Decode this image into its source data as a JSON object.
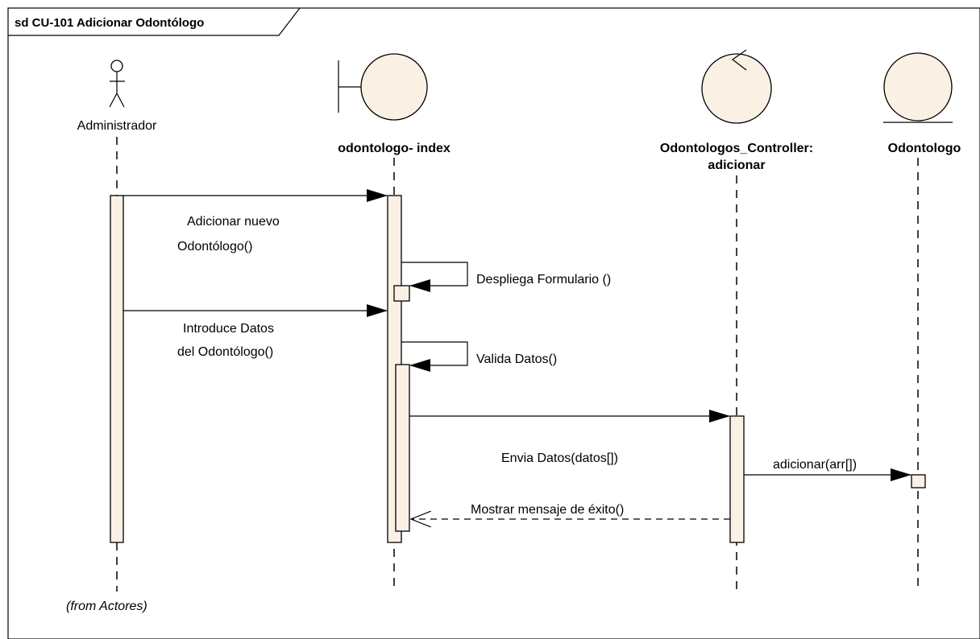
{
  "frame": {
    "title": "sd CU-101 Adicionar Odontólogo"
  },
  "participants": {
    "actor": {
      "name": "Administrador",
      "note": "(from Actores)",
      "icon": "actor-stick-figure-icon"
    },
    "boundary": {
      "name": "odontologo- index",
      "icon": "boundary-icon"
    },
    "control": {
      "name_line1": "Odontologos_Controller:",
      "name_line2": "adicionar",
      "icon": "control-icon"
    },
    "entity": {
      "name": "Odontologo",
      "icon": "entity-icon"
    }
  },
  "messages": {
    "m1_line1": "Adicionar nuevo",
    "m1_line2": "Odontólogo()",
    "m2": "Despliega Formulario ()",
    "m3_line1": "Introduce Datos",
    "m3_line2": "del Odontólogo()",
    "m4": "Valida Datos()",
    "m5": "Envia Datos(datos[])",
    "m6": "adicionar(arr[])",
    "m7": "Mostrar mensaje de éxito()"
  },
  "colors": {
    "element_fill": "#fbf0e4",
    "stroke": "#000000",
    "background": "#ffffff"
  }
}
